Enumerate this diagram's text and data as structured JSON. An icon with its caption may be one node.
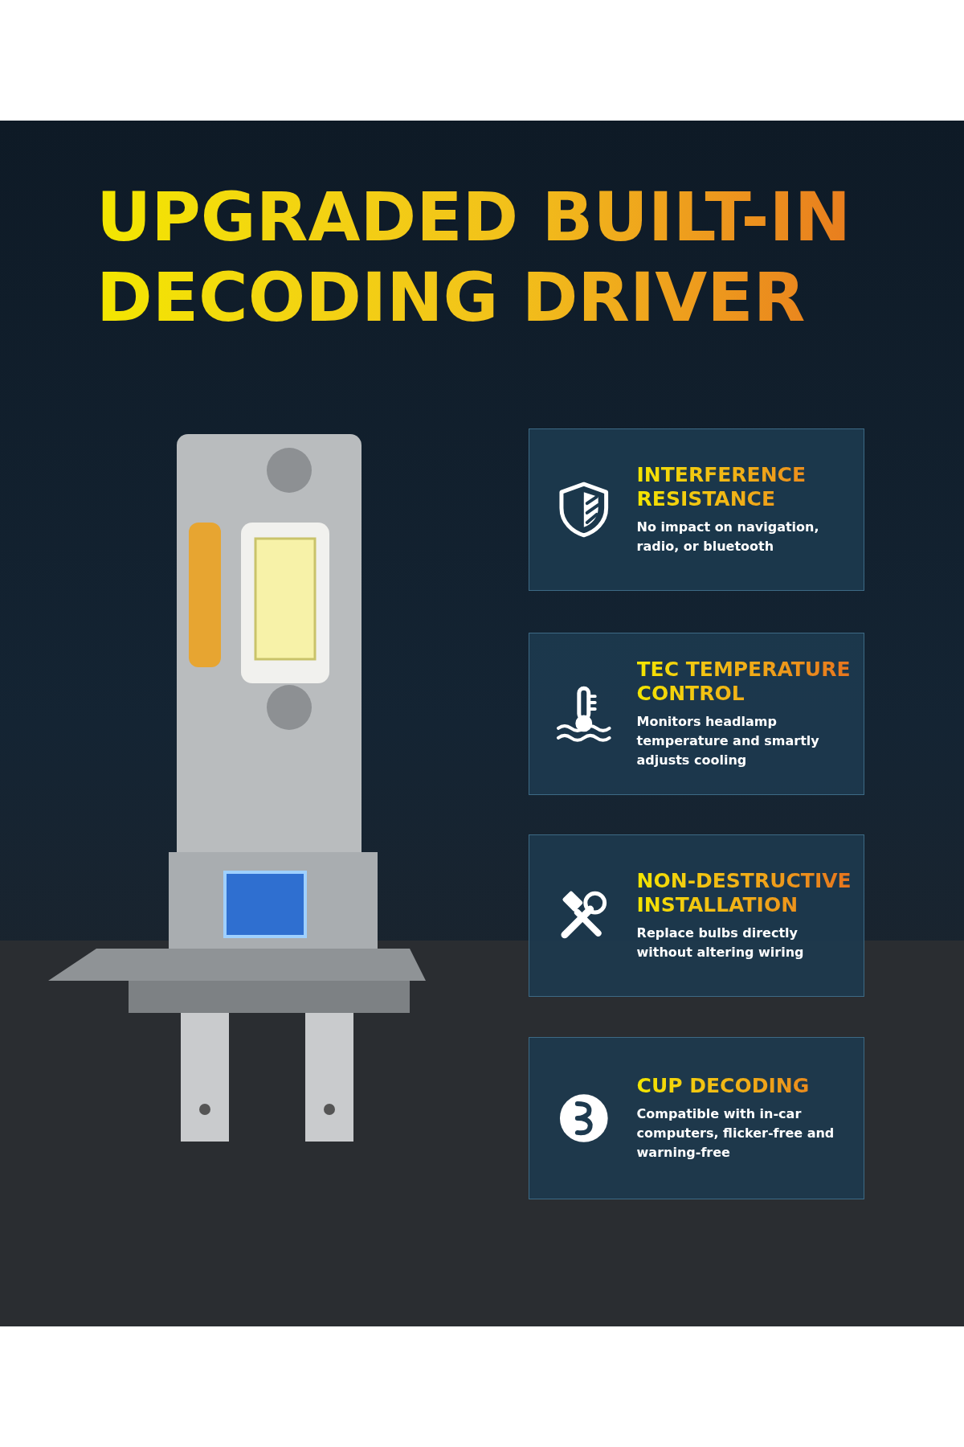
{
  "diagram": {
    "title": "UPGRADED BUILT-IN DECODING DRIVER",
    "nodes": [
      {
        "text": [
          "INTERFERENCE RESISTANCE",
          "No impact on navigation, radio, or bluetooth"
        ]
      },
      {
        "text": [
          "TEC TEMPERATURE CONTROL",
          "Monitors headlamp temperature and smartly adjusts cooling"
        ]
      },
      {
        "text": [
          "NON-DESTRUCTIVE INSTALLATION",
          "Replace bulbs directly without altering wiring"
        ]
      },
      {
        "text": [
          "CUP DECODING",
          "Compatible with in-car computers, flicker-free and warning-free"
        ]
      }
    ]
  }
}
